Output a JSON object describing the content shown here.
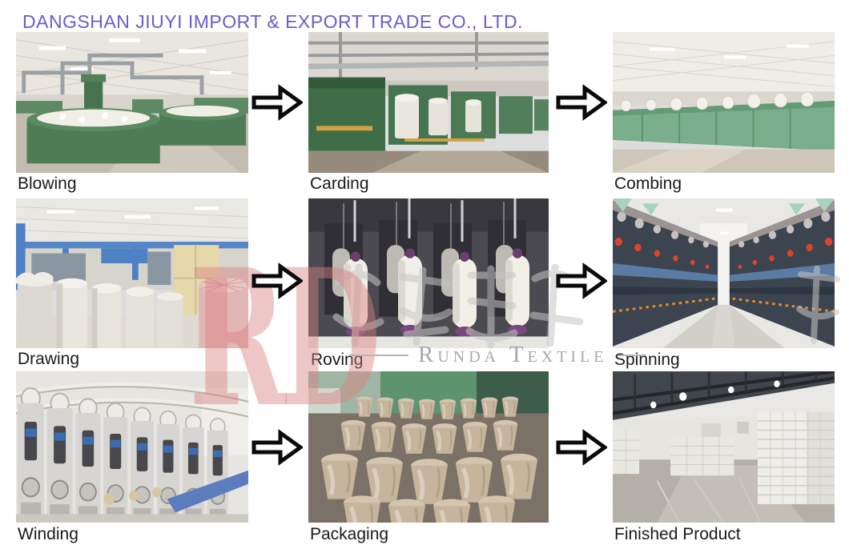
{
  "header": {
    "company_name": "DANGSHAN JIUYI IMPORT & EXPORT TRADE CO., LTD.",
    "text_color": "#5a52c9"
  },
  "process": {
    "steps": [
      {
        "label": "Blowing"
      },
      {
        "label": "Carding"
      },
      {
        "label": "Combing"
      },
      {
        "label": "Drawing"
      },
      {
        "label": "Roving"
      },
      {
        "label": "Spinning"
      },
      {
        "label": "Winding"
      },
      {
        "label": "Packaging"
      },
      {
        "label": "Finished Product"
      }
    ]
  },
  "watermark": {
    "logo_text": "RD",
    "logo_color": "#db8080",
    "brand_text": "Runda Textile",
    "brand_color": "#a4a9ad"
  },
  "colors": {
    "background": "#ffffff",
    "label_text": "#1a1a1a",
    "arrow_outline": "#0a0a0a"
  }
}
